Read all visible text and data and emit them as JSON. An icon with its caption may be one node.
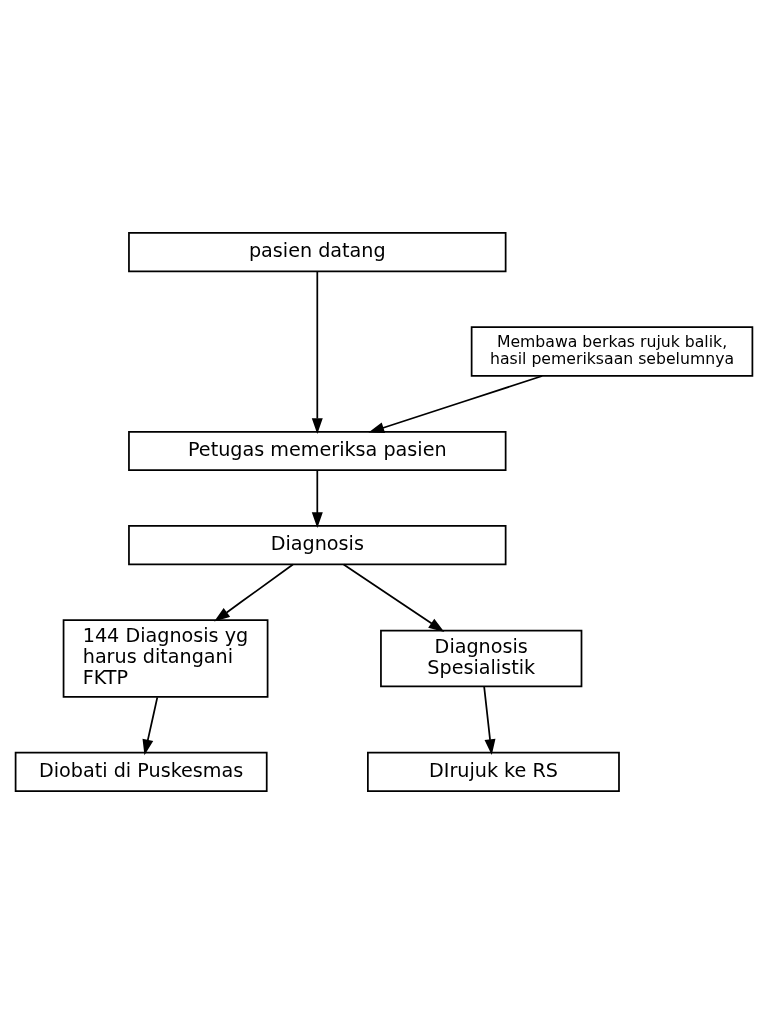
{
  "diagram": {
    "nodes": [
      {
        "text": [
          "pasien datang"
        ]
      },
      {
        "text": [
          "Membawa berkas rujuk balik, hasil pemeriksaan sebelumnya"
        ]
      },
      {
        "text": [
          "Petugas memeriksa pasien"
        ]
      },
      {
        "text": [
          "Diagnosis"
        ]
      },
      {
        "text": [
          "144 Diagnosis yg harus ditangani FKTP"
        ]
      },
      {
        "text": [
          "Diagnosis Spesialistik"
        ]
      },
      {
        "text": [
          "Diobati di Puskesmas"
        ]
      },
      {
        "text": [
          "DIrujuk ke RS"
        ]
      }
    ],
    "edges": [
      {
        "from": 0,
        "to": 2,
        "arrow": "to"
      },
      {
        "from": 1,
        "to": 2,
        "arrow": "to"
      },
      {
        "from": 2,
        "to": 3,
        "arrow": "to"
      },
      {
        "from": 3,
        "to": 4,
        "arrow": "to"
      },
      {
        "from": 3,
        "to": 5,
        "arrow": "to"
      },
      {
        "from": 4,
        "to": 6,
        "arrow": "to"
      },
      {
        "from": 5,
        "to": 7,
        "arrow": "to"
      }
    ]
  }
}
